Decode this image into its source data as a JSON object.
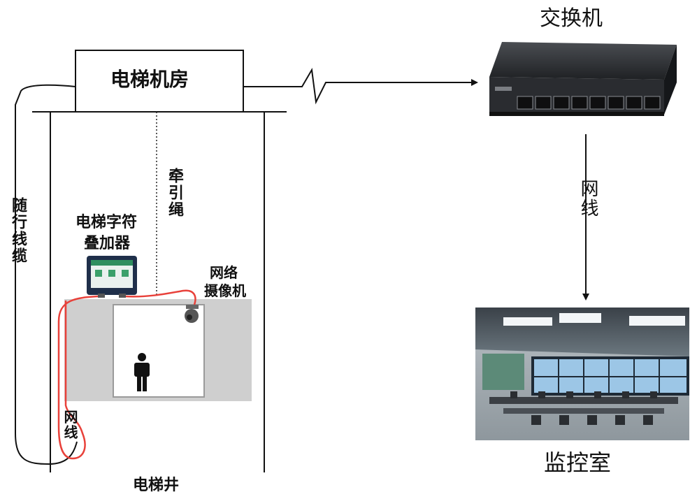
{
  "labels": {
    "machine_room": "电梯机房",
    "switch": "交换机",
    "traction_rope": "牵引绳",
    "trailing_cable": "随行线缆",
    "character_overlay_line1": "电梯字符",
    "character_overlay_line2": "叠加器",
    "network_camera_line1": "网络",
    "network_camera_line2": "摄像机",
    "network_cable_right": "网线",
    "network_cable_left": "网线",
    "elevator_shaft": "电梯井",
    "monitor_room": "监控室"
  },
  "colors": {
    "cable_red": "#e8413a",
    "car_gray": "#cfcfcf",
    "line": "#111111"
  },
  "icons": {
    "switch": "network-switch-icon",
    "camera": "dome-camera-icon",
    "person": "person-icon",
    "overlay_device": "character-overlay-device-icon",
    "monitor_room": "monitor-room-photo"
  }
}
